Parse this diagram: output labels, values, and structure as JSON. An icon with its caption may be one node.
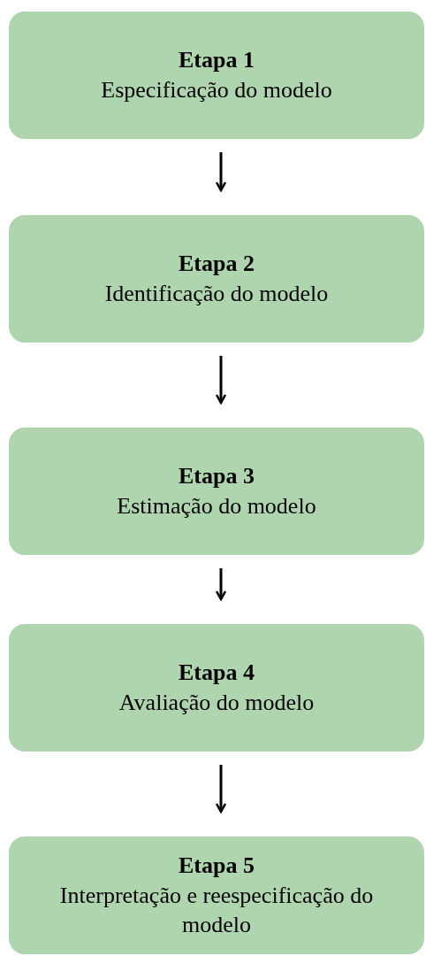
{
  "diagram": {
    "nodes": [
      {
        "text": [
          "Etapa 1",
          "Especificação do modelo"
        ]
      },
      {
        "text": [
          "Etapa 2",
          "Identificação do modelo"
        ]
      },
      {
        "text": [
          "Etapa 3",
          "Estimação do modelo"
        ]
      },
      {
        "text": [
          "Etapa 4",
          "Avaliação do modelo"
        ]
      },
      {
        "text": [
          "Etapa 5",
          "Interpretação e reespecificação do modelo"
        ]
      }
    ],
    "edges": [
      {
        "from": 0,
        "to": 1,
        "arrow": "to"
      },
      {
        "from": 1,
        "to": 2,
        "arrow": "to"
      },
      {
        "from": 2,
        "to": 3,
        "arrow": "to"
      },
      {
        "from": 3,
        "to": 4,
        "arrow": "to"
      }
    ]
  }
}
